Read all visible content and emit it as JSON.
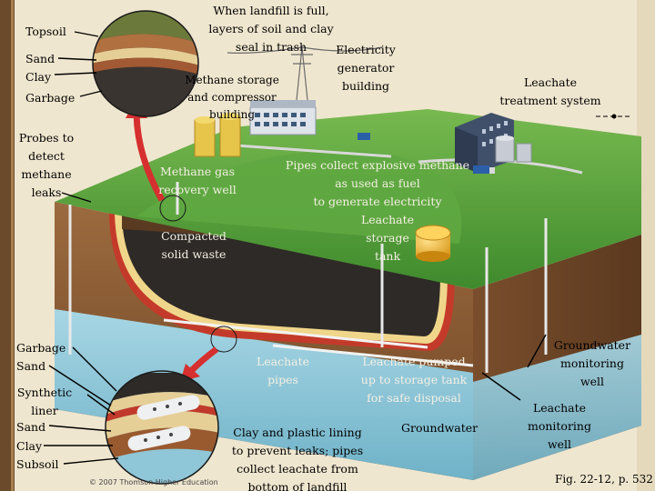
{
  "labels": {
    "topsoil_top": "Topsoil",
    "sand_top": "Sand",
    "clay_top": "Clay",
    "garbage_top": "Garbage",
    "probes": "Probes to\ndetect\nmethane\nleaks",
    "landfill_full": "When landfill is full,\nlayers of soil and clay\nseal in trash",
    "electricity": "Electricity\ngenerator\nbuilding",
    "methane_storage": "Methane storage\nand compressor\nbuilding",
    "leachate_treatment": "Leachate\ntreatment system",
    "methane_gas_well": "Methane gas\nrecovery well",
    "pipes_collect": "Pipes collect explosive methane\nas used as fuel\nto generate electricity",
    "leachate_storage": "Leachate\nstorage\ntank",
    "compacted": "Compacted\nsolid waste",
    "garbage_bottom": "Garbage",
    "sand_bottom": "Sand",
    "synthetic_liner": "Synthetic\nliner",
    "sand_bottom2": "Sand",
    "clay_bottom": "Clay",
    "subsoil_bottom": "Subsoil",
    "leachate_pipes": "Leachate\npipes",
    "leachate_pumped": "Leachate pumped\nup to storage tank\nfor safe disposal",
    "clay_plastic": "Clay and plastic lining\nto prevent leaks; pipes\ncollect leachate from\nbottom of landfill",
    "groundwater": "Groundwater",
    "groundwater_monitoring": "Groundwater\nmonitoring\nwell",
    "leachate_monitoring": "Leachate\nmonitoring\nwell",
    "fig_ref": "Fig. 22-12, p. 532",
    "copyright": "© 2007 Thomson Higher Education"
  },
  "colors": {
    "background": "#efe6cf",
    "grass": "#4f9b3a",
    "soil": "#8a5a35",
    "waste": "#2b2b2b",
    "liner_red": "#c0392b",
    "groundwater": "#8fc6d8",
    "arrow_red": "#d62f2f"
  }
}
